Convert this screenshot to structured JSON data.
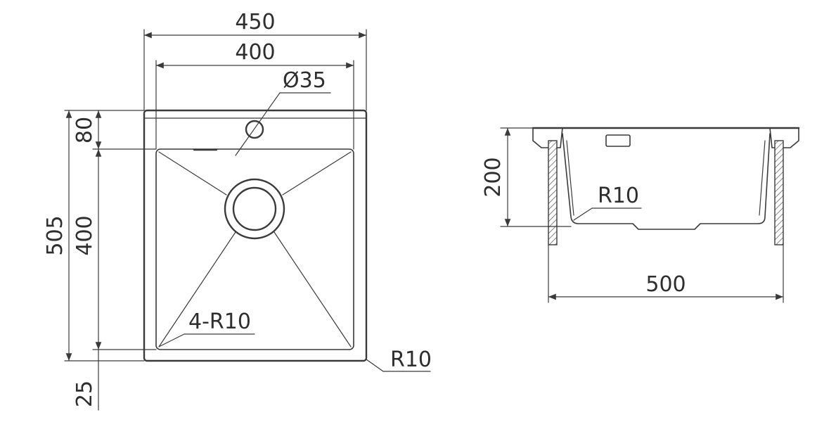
{
  "top_view": {
    "overall_width_label": "450",
    "bowl_width_label": "400",
    "tap_hole_label": "Ø35",
    "overall_depth_label": "505",
    "deck_label": "80",
    "bowl_depth_label": "400",
    "rear_margin_label": "25",
    "inner_radius_label": "4-R10",
    "outer_radius_label": "R10"
  },
  "side_view": {
    "height_label": "200",
    "inner_radius_label": "R10",
    "width_label": "500"
  }
}
